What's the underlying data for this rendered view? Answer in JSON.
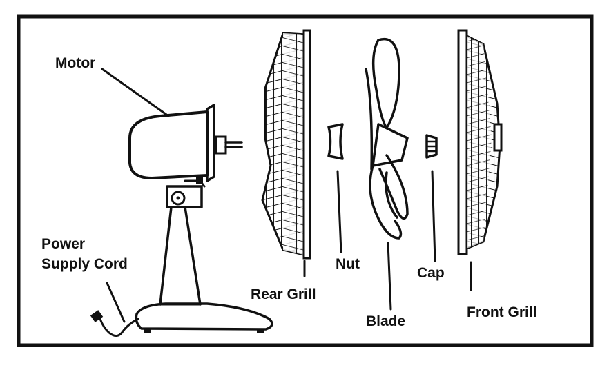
{
  "labels": {
    "motor": "Motor",
    "power_line1": "Power",
    "power_line2": "Supply Cord",
    "rear_grill": "Rear Grill",
    "nut": "Nut",
    "blade": "Blade",
    "cap": "Cap",
    "front_grill": "Front Grill"
  },
  "colors": {
    "ink": "#111111",
    "background": "#ffffff"
  }
}
